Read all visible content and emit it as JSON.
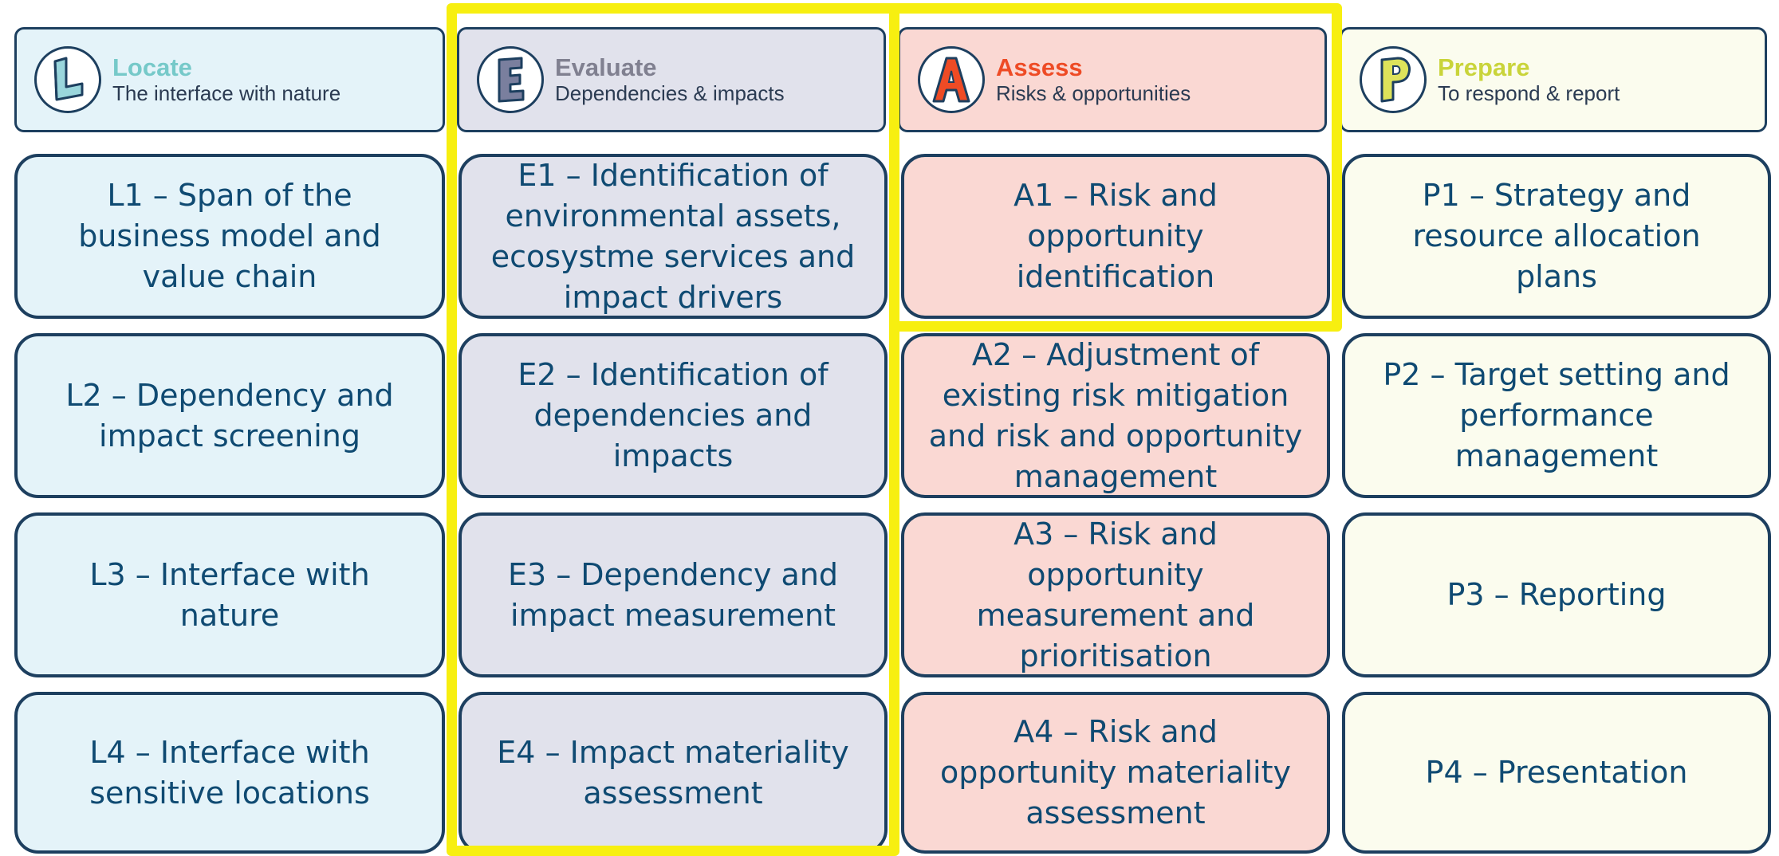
{
  "headers": [
    {
      "title": "Locate",
      "subtitle": "The interface with nature",
      "icon": "letter-l-icon",
      "title_color": "#76c9c9"
    },
    {
      "title": "Evaluate",
      "subtitle": "Dependencies & impacts",
      "icon": "letter-e-icon",
      "title_color": "#808090"
    },
    {
      "title": "Assess",
      "subtitle": "Risks & opportunities",
      "icon": "letter-a-icon",
      "title_color": "#ee4b25"
    },
    {
      "title": "Prepare",
      "subtitle": "To respond & report",
      "icon": "letter-p-icon",
      "title_color": "#c9d43a"
    }
  ],
  "columns": {
    "locate": [
      "L1 – Span of the\nbusiness model and\nvalue chain",
      "L2 – Dependency and\nimpact screening",
      "L3 – Interface with\nnature",
      "L4 – Interface with\nsensitive locations"
    ],
    "evaluate": [
      "E1 – Identification of\nenvironmental assets,\necosystme services and\nimpact drivers",
      "E2 – Identification of\ndependencies and\nimpacts",
      "E3 – Dependency and\nimpact measurement",
      "E4 – Impact materiality\nassessment"
    ],
    "assess": [
      "A1 – Risk and\nopportunity\nidentification",
      "A2 – Adjustment of\nexisting risk mitigation\nand risk and opportunity\nmanagement",
      "A3 – Risk and\nopportunity\nmeasurement and\nprioritisation",
      "A4 – Risk and\nopportunity materiality\nassessment"
    ],
    "prepare": [
      "P1 – Strategy and\nresource allocation\nplans",
      "P2 – Target setting and\nperformance\nmanagement",
      "P3 – Reporting",
      "P4 – Presentation"
    ]
  },
  "colors": {
    "locate_bg": "#e4f3f9",
    "evaluate_bg": "#e1e2ec",
    "assess_bg": "#fad8d3",
    "prepare_bg": "#fbfcee",
    "border": "#1d3f5f",
    "text": "#0f4a72",
    "highlight": "#f7ef10"
  }
}
